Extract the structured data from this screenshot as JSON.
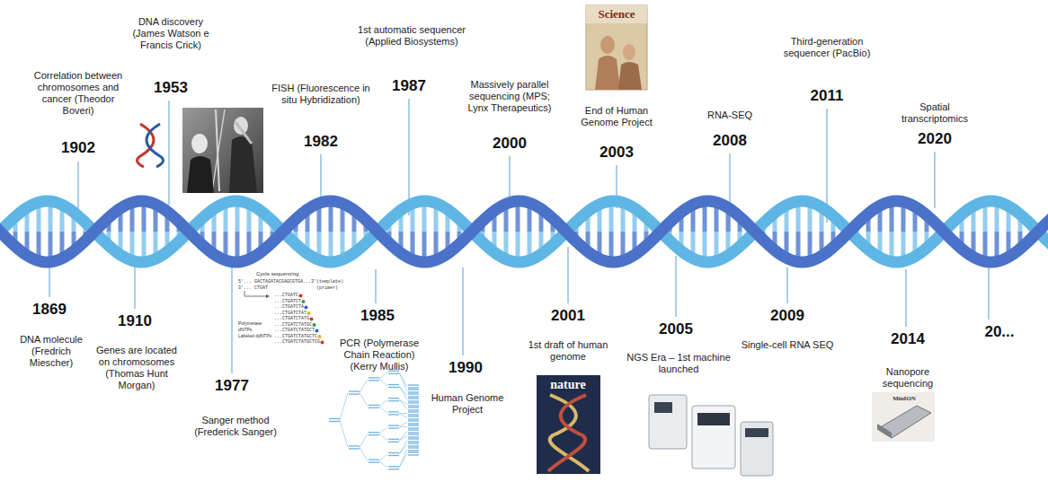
{
  "diagram": {
    "labels": [
      "Correlation between chromosomes and cancer (Theodor Boveri)",
      "1902",
      "DNA discovery (James Watson e Francis Crick)",
      "1953",
      "FISH (Fluorescence in situ Hybridization)",
      "1982",
      "1st automatic sequencer (Applied Biosystems)",
      "1987",
      "Massively parallel sequencing (MPS; Lynx Therapeutics)",
      "2000",
      "Science",
      "End of Human Genome Project",
      "2003",
      "RNA-SEQ",
      "2008",
      "Third-generation sequencer (PacBio)",
      "2011",
      "Spatial transcriptomics",
      "2020",
      "1869",
      "DNA molecule (Fredrich Miescher)",
      "1910",
      "Genes are located on chromosomes (Thomas Hunt Morgan)",
      "Cycle sequencing",
      "5'... GACTAGATACGAGCGTGA...3'",
      "(template)",
      "3'... CTGAT",
      "(primer)",
      "...CTGATC",
      "...CTGATCT",
      "...CTGATCTA",
      "...CTGATCTAT",
      "...CTGATCTATG",
      "...CTGATCTATGC",
      "...CTGATCTATGCT",
      "...CTGATCTATGCTC",
      "...CTGATCTATGCTCG",
      "Polymerase",
      "dNTPs",
      "Labeled ddNTPs",
      "1977",
      "Sanger method (Frederick Sanger)",
      "1985",
      "PCR (Polymerase Chain Reaction) (Kerry Mullis)",
      "1990",
      "Human Genome Project",
      "2001",
      "1st draft of human genome",
      "nature",
      "2005",
      "NGS Era – 1st machine launched",
      "2009",
      "Single-cell RNA SEQ",
      "2014",
      "Nanopore sequencing",
      "MinION",
      "20..."
    ]
  }
}
